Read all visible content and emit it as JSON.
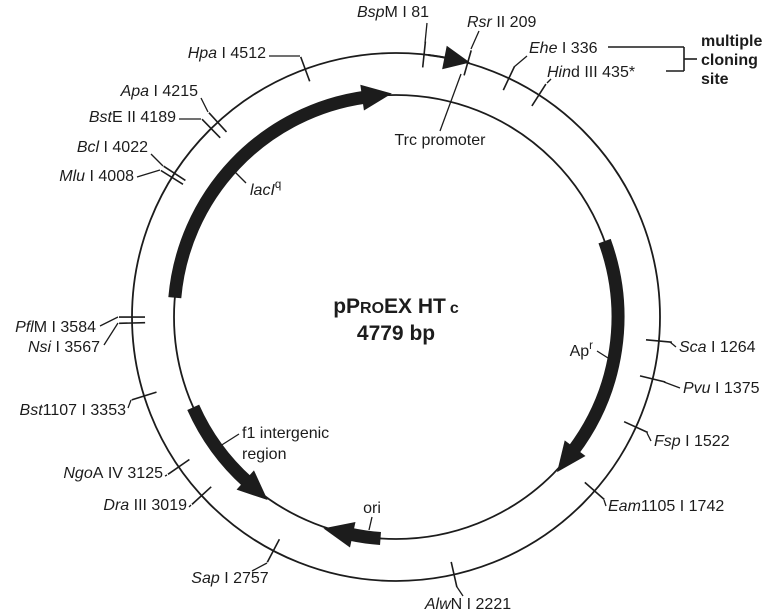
{
  "diagram": {
    "type": "plasmid-map",
    "title": {
      "text": "pPROEX HT c",
      "p1": "pP",
      "p2": "RO",
      "p3": "EX HT",
      "p4": "c"
    },
    "size_label": "4779 bp",
    "plasmid_length_bp": 4779,
    "mcs": {
      "label_lines": [
        "multiple",
        "cloning",
        "site"
      ],
      "linked_sites": [
        "Ehe I 336",
        "Hind III 435*"
      ]
    },
    "features": [
      {
        "name": "lacIq",
        "label_main": "lacI",
        "label_sup": "q",
        "shape": "thick-arc-arrow",
        "direction": "clockwise"
      },
      {
        "name": "Trc promoter",
        "label": "Trc promoter",
        "shape": "arrowhead-on-backbone",
        "direction": "clockwise"
      },
      {
        "name": "ampicillin resistance",
        "label_main": "Ap",
        "label_sup": "r",
        "shape": "thick-arc-arrow",
        "direction": "clockwise"
      },
      {
        "name": "f1 intergenic region",
        "label_line1": "f1 intergenic",
        "label_line2": "region",
        "shape": "thick-arc-arrow",
        "direction": "counterclockwise"
      },
      {
        "name": "ori",
        "label": "ori",
        "shape": "thick-arc-arrow",
        "direction": "clockwise"
      }
    ],
    "sites": [
      {
        "it": "Bsp",
        "rest": "M I",
        "loc": "81",
        "bp": 81
      },
      {
        "it": "Rsr",
        "rest": " II",
        "loc": "209",
        "bp": 209
      },
      {
        "it": "Ehe",
        "rest": " I",
        "loc": "336",
        "bp": 336
      },
      {
        "it": "Hin",
        "rest": "d III",
        "loc": "435*",
        "bp": 435
      },
      {
        "it": "Sca",
        "rest": " I",
        "loc": "1264",
        "bp": 1264
      },
      {
        "it": "Pvu",
        "rest": " I",
        "loc": "1375",
        "bp": 1375
      },
      {
        "it": "Fsp",
        "rest": " I",
        "loc": "1522",
        "bp": 1522
      },
      {
        "it": "Eam",
        "rest": "1105 I",
        "loc": "1742",
        "bp": 1742
      },
      {
        "it": "Alw",
        "rest": "N I",
        "loc": "2221",
        "bp": 2221
      },
      {
        "it": "Sap",
        "rest": " I",
        "loc": "2757",
        "bp": 2757
      },
      {
        "it": "Dra",
        "rest": " III",
        "loc": "3019",
        "bp": 3019
      },
      {
        "it": "Ngo",
        "rest": "A IV",
        "loc": "3125",
        "bp": 3125
      },
      {
        "it": "Bst",
        "rest": "1107 I",
        "loc": "3353",
        "bp": 3353
      },
      {
        "it": "Nsi",
        "rest": " I",
        "loc": "3567",
        "bp": 3567
      },
      {
        "it": "Pfl",
        "rest": "M I",
        "loc": "3584",
        "bp": 3584
      },
      {
        "it": "Mlu",
        "rest": " I",
        "loc": "4008",
        "bp": 4008
      },
      {
        "it": "Bcl",
        "rest": " I",
        "loc": "4022",
        "bp": 4022
      },
      {
        "it": "Bst",
        "rest": "E II",
        "loc": "4189",
        "bp": 4189
      },
      {
        "it": "Apa",
        "rest": " I",
        "loc": "4215",
        "bp": 4215
      },
      {
        "it": "Hpa",
        "rest": " I",
        "loc": "4512",
        "bp": 4512
      }
    ]
  }
}
